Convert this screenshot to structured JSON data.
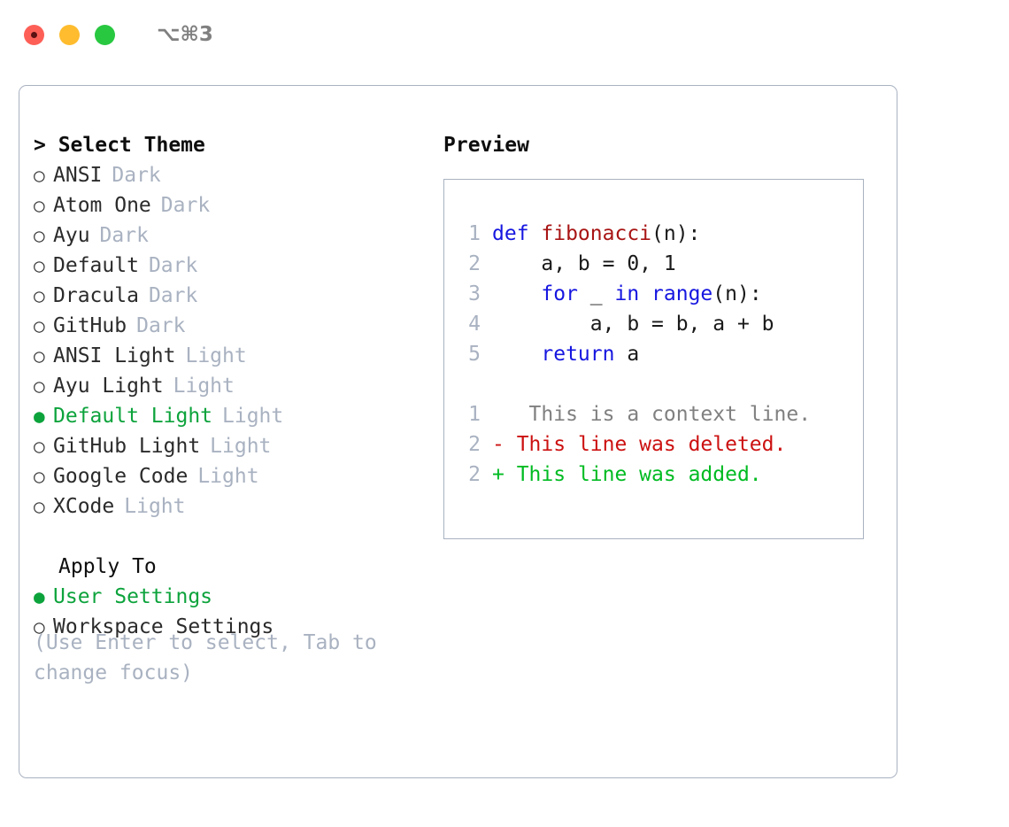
{
  "window": {
    "title": "⌥⌘3",
    "traffic_lights": [
      {
        "name": "close-button",
        "color": "#fd5f57"
      },
      {
        "name": "minimize-button",
        "color": "#febc2e"
      },
      {
        "name": "maximize-button",
        "color": "#28c840"
      }
    ]
  },
  "colors": {
    "panel_border": "#a9b2c1",
    "muted": "#a9b2c1",
    "accent_green": "#0da33c",
    "keyword_blue": "#1616e0",
    "function_red": "#a81414",
    "diff_add": "#00bb22",
    "diff_del": "#cc1111",
    "diff_ctx": "#808080"
  },
  "theme_panel": {
    "header": "> Select Theme",
    "items": [
      {
        "bullet": "○",
        "label": "ANSI",
        "badge": "Dark",
        "selected": false
      },
      {
        "bullet": "○",
        "label": "Atom One",
        "badge": "Dark",
        "selected": false
      },
      {
        "bullet": "○",
        "label": "Ayu",
        "badge": "Dark",
        "selected": false
      },
      {
        "bullet": "○",
        "label": "Default",
        "badge": "Dark",
        "selected": false
      },
      {
        "bullet": "○",
        "label": "Dracula",
        "badge": "Dark",
        "selected": false
      },
      {
        "bullet": "○",
        "label": "GitHub",
        "badge": "Dark",
        "selected": false
      },
      {
        "bullet": "○",
        "label": "ANSI Light",
        "badge": "Light",
        "selected": false
      },
      {
        "bullet": "○",
        "label": "Ayu Light",
        "badge": "Light",
        "selected": false
      },
      {
        "bullet": "●",
        "label": "Default Light",
        "badge": "Light",
        "selected": true
      },
      {
        "bullet": "○",
        "label": "GitHub Light",
        "badge": "Light",
        "selected": false
      },
      {
        "bullet": "○",
        "label": "Google Code",
        "badge": "Light",
        "selected": false
      },
      {
        "bullet": "○",
        "label": "XCode",
        "badge": "Light",
        "selected": false
      }
    ],
    "apply_to": {
      "header": "Apply To",
      "options": [
        {
          "bullet": "●",
          "label": "User Settings",
          "selected": true
        },
        {
          "bullet": "○",
          "label": "Workspace Settings",
          "selected": false
        }
      ]
    },
    "hint": "(Use Enter to select, Tab to change focus)"
  },
  "preview_panel": {
    "header": "Preview",
    "code_lines": [
      {
        "no": "1",
        "tokens": [
          {
            "t": "def ",
            "c": "kw"
          },
          {
            "t": "fibonacci",
            "c": "fn"
          },
          {
            "t": "(n):",
            "c": "plain"
          }
        ]
      },
      {
        "no": "2",
        "tokens": [
          {
            "t": "    a, b = 0, 1",
            "c": "plain"
          }
        ]
      },
      {
        "no": "3",
        "tokens": [
          {
            "t": "    ",
            "c": "plain"
          },
          {
            "t": "for",
            "c": "kw"
          },
          {
            "t": " _ ",
            "c": "plain"
          },
          {
            "t": "in",
            "c": "kw"
          },
          {
            "t": " ",
            "c": "plain"
          },
          {
            "t": "range",
            "c": "kw"
          },
          {
            "t": "(n):",
            "c": "plain"
          }
        ]
      },
      {
        "no": "4",
        "tokens": [
          {
            "t": "        a, b = b, a + b",
            "c": "plain"
          }
        ]
      },
      {
        "no": "5",
        "tokens": [
          {
            "t": "    ",
            "c": "plain"
          },
          {
            "t": "return",
            "c": "kw"
          },
          {
            "t": " a",
            "c": "plain"
          }
        ]
      }
    ],
    "diff_lines": [
      {
        "no": "1",
        "marker": " ",
        "text": "  This is a context line.",
        "kind": "ctx"
      },
      {
        "no": "2",
        "marker": "-",
        "text": " This line was deleted.",
        "kind": "del"
      },
      {
        "no": "2",
        "marker": "+",
        "text": " This line was added.",
        "kind": "add"
      }
    ]
  }
}
